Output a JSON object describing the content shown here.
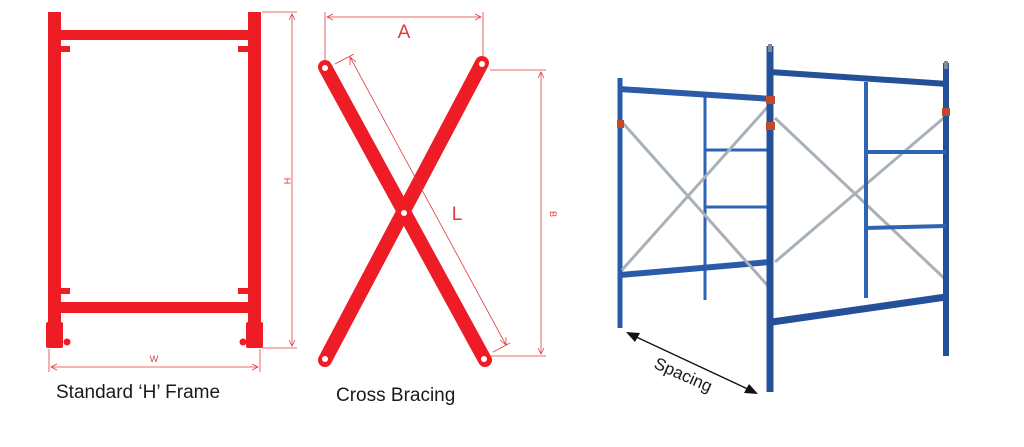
{
  "captions": {
    "h_frame": "Standard ‘H’ Frame",
    "cross_bracing": "Cross Bracing"
  },
  "dimensions": {
    "height": "H",
    "width": "W",
    "spread": "A",
    "length": "L",
    "base": "B",
    "spacing": "Spacing"
  },
  "colors": {
    "frame_red": "#ee1c25",
    "dim_line": "#e23a3a",
    "scaffold_blue": "#2a5aa8",
    "brace_silver": "#a9b1b8"
  }
}
